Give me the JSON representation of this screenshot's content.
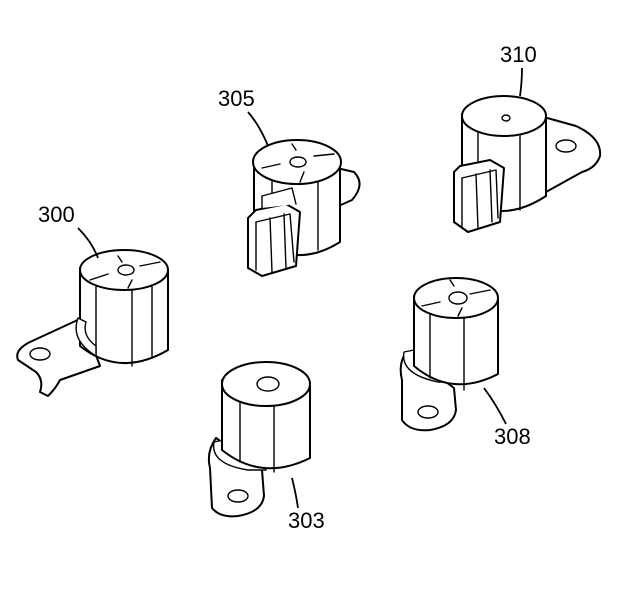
{
  "diagram": {
    "callouts": [
      {
        "id": "c300",
        "label": "300"
      },
      {
        "id": "c303",
        "label": "303"
      },
      {
        "id": "c305",
        "label": "305"
      },
      {
        "id": "c308",
        "label": "308"
      },
      {
        "id": "c310",
        "label": "310"
      }
    ]
  }
}
